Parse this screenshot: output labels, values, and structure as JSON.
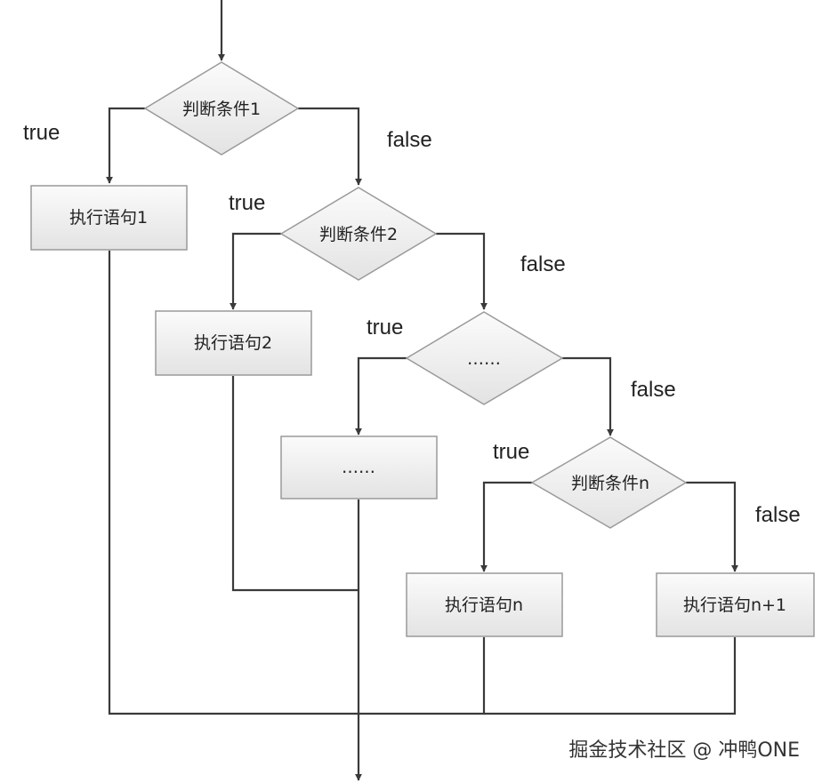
{
  "nodes": {
    "cond1": "判断条件1",
    "cond2": "判断条件2",
    "cond3": "……",
    "condn": "判断条件n",
    "stmt1": "执行语句1",
    "stmt2": "执行语句2",
    "stmt3": "……",
    "stmtn": "执行语句n",
    "stmtn1": "执行语句n+1"
  },
  "edges": {
    "t1": "true",
    "f1": "false",
    "t2": "true",
    "f2": "false",
    "t3": "true",
    "f3": "false",
    "tn": "true",
    "fn": "false"
  },
  "watermark": "掘金技术社区 @ 冲鸭ONE"
}
